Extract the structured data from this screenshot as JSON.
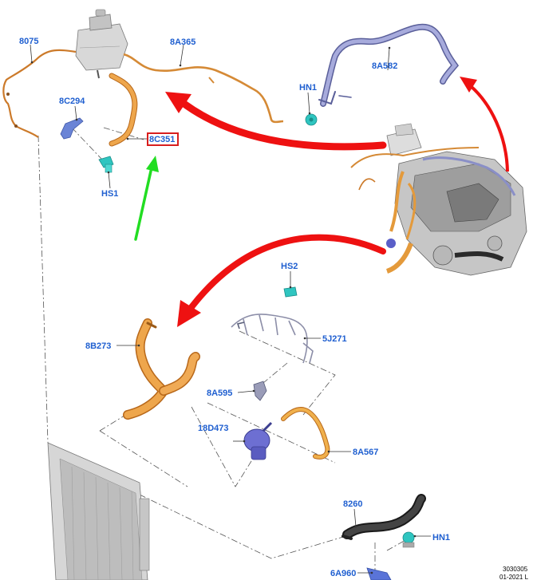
{
  "colors": {
    "label": "#1f5fd0",
    "leader": "#333333",
    "orange_hose": "#e49a3b",
    "orange_dark": "#b8681a",
    "purple_tube": "#8a8fc7",
    "purple_dark": "#5a5f9a",
    "cyan_fastener": "#2fc5c0",
    "blue_bracket": "#5470c6",
    "black_hose": "#2a2a2a",
    "red_arrow": "#ee1111",
    "green_arrow": "#22dd22",
    "highlight_box": "#d81e1e",
    "gray_part": "#c9c9c9"
  },
  "labels": {
    "l8075": "8075",
    "l8A365": "8A365",
    "l8A582": "8A582",
    "lHN1_top": "HN1",
    "l8C294": "8C294",
    "l8C351": "8C351",
    "lHS1": "HS1",
    "lHS2": "HS2",
    "l8B273": "8B273",
    "l5J271": "5J271",
    "l8A595": "8A595",
    "l18D473": "18D473",
    "l8A567": "8A567",
    "l8260": "8260",
    "lHN1_bottom": "HN1",
    "l6A960": "6A960"
  },
  "reference": {
    "code": "3030305",
    "date": "01-2021 L"
  },
  "highlighted_part": "8C351"
}
